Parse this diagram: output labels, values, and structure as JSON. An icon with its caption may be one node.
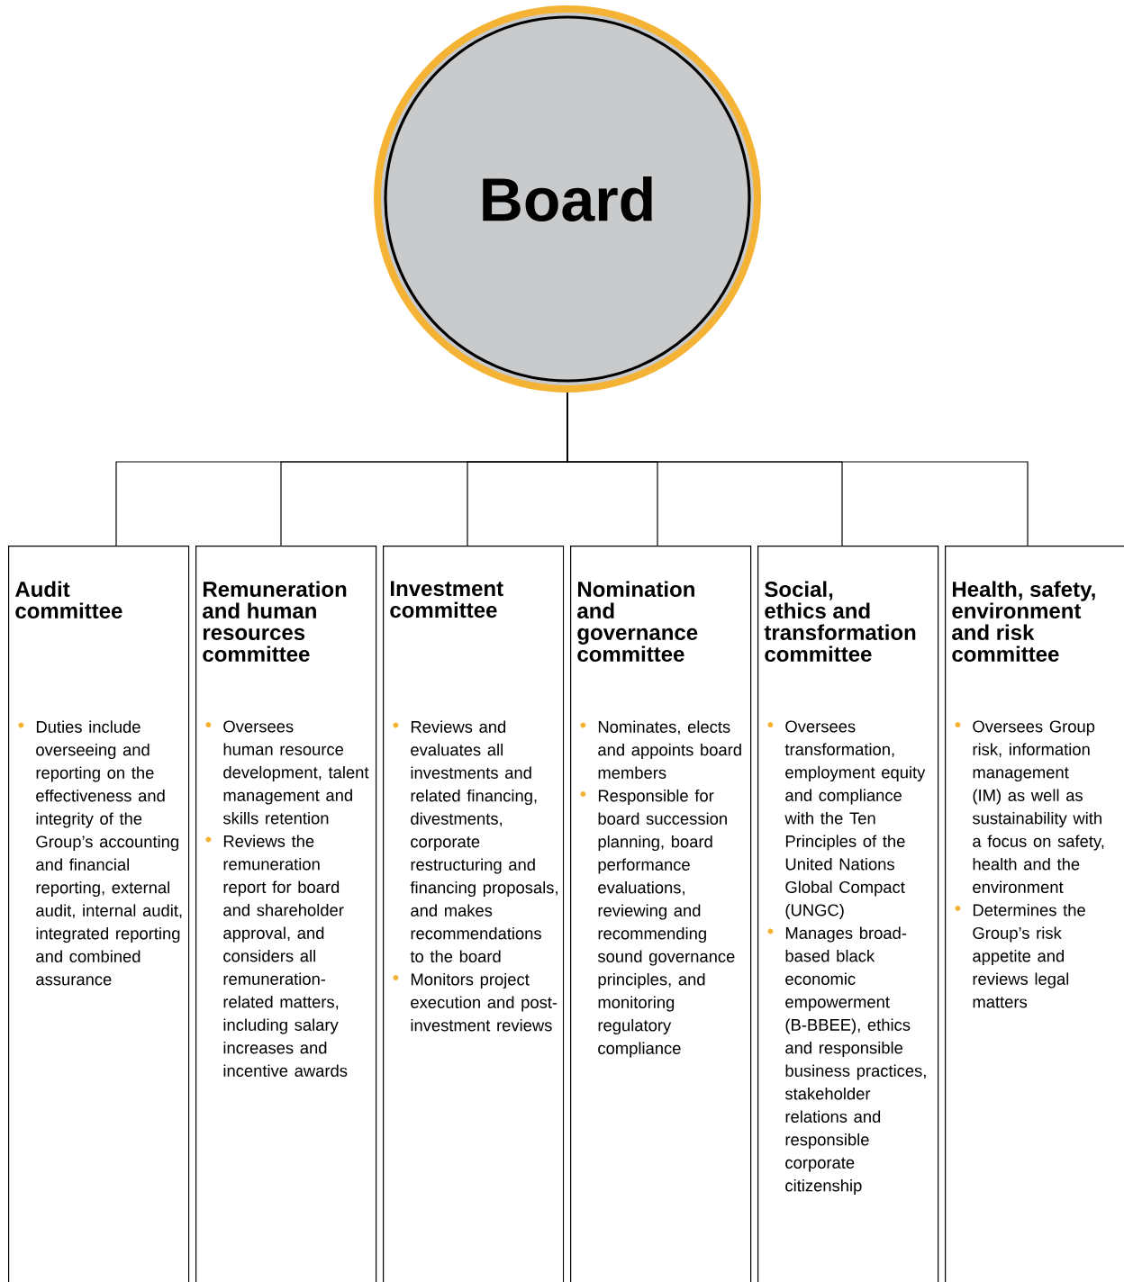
{
  "diagram": {
    "nodes": [
      {
        "text": [
          "Board"
        ]
      },
      {
        "text": [
          "Audit committee",
          "Duties include overseeing and reporting on the effectiveness and integrity of the Group’s accounting and financial reporting, external audit, internal audit, integrated reporting and combined assurance"
        ]
      },
      {
        "text": [
          "Remuneration and human resources committee",
          "Oversees human resource development, talent management and skills retention",
          "Reviews the remuneration report for board and shareholder approval, and considers all remuneration-related matters, including salary increases and incentive awards"
        ]
      },
      {
        "text": [
          "Investment committee",
          "Reviews and evaluates all investments and related financing, divestments, corporate restructuring and financing proposals, and makes recommendations to the board",
          "Monitors project execution and post-investment reviews"
        ]
      },
      {
        "text": [
          "Nomination and governance committee",
          "Nominates, elects and appoints board members",
          "Responsible for board succession planning, board performance evaluations, reviewing and recommending sound governance principles, and monitoring regulatory compliance"
        ]
      },
      {
        "text": [
          "Social, ethics and transformation committee",
          "Oversees transformation, employment equity and compliance with the Ten Principles of the United Nations Global Compact (UNGC)",
          "Manages broad-based black economic empowerment (B-BBEE), ethics and responsible business practices, stakeholder relations and responsible corporate citizenship"
        ]
      },
      {
        "text": [
          "Health, safety, environment and risk committee",
          "Oversees Group risk, information management (IM) as well as sustainability with a focus on safety, health and the environment",
          "Determines the Group’s risk appetite and reviews legal matters"
        ]
      }
    ],
    "edges": [
      {
        "from": 0,
        "to": 1,
        "arrow": "none"
      },
      {
        "from": 0,
        "to": 2,
        "arrow": "none"
      },
      {
        "from": 0,
        "to": 3,
        "arrow": "none"
      },
      {
        "from": 0,
        "to": 4,
        "arrow": "none"
      },
      {
        "from": 0,
        "to": 5,
        "arrow": "none"
      },
      {
        "from": 0,
        "to": 6,
        "arrow": "none"
      }
    ]
  }
}
